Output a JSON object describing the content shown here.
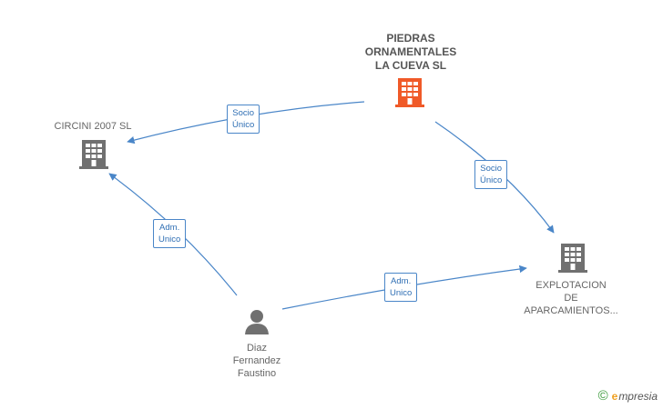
{
  "nodes": {
    "piedras": {
      "label": "PIEDRAS\nORNAMENTALES\nLA CUEVA SL",
      "type": "company",
      "color": "#f05a28"
    },
    "circini": {
      "label": "CIRCINI 2007 SL",
      "type": "company",
      "color": "#707070"
    },
    "explotacion": {
      "label": "EXPLOTACION\nDE\nAPARCAMIENTOS...",
      "type": "company",
      "color": "#707070"
    },
    "diaz": {
      "label": "Diaz\nFernandez\nFaustino",
      "type": "person",
      "color": "#707070"
    }
  },
  "edges": {
    "piedras_circini": {
      "label": "Socio\nÚnico"
    },
    "piedras_explotacion": {
      "label": "Socio\nÚnico"
    },
    "diaz_circini": {
      "label": "Adm.\nUnico"
    },
    "diaz_explotacion": {
      "label": "Adm.\nUnico"
    }
  },
  "edge_color": "#4a86c8",
  "watermark": {
    "copyright": "©",
    "brand_initial": "e",
    "brand_rest": "mpresia"
  }
}
